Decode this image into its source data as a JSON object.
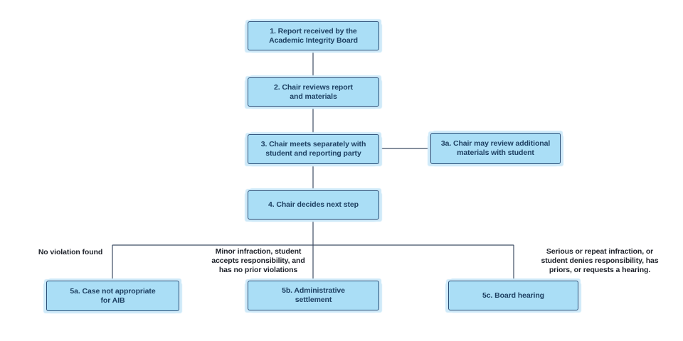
{
  "colors": {
    "node_fill": "#aadef6",
    "node_border": "#2b4f77",
    "node_text": "#1e4062",
    "connector": "#3e4e64",
    "label_text": "#20242c",
    "halo": "#cfeaf9",
    "background": "#ffffff"
  },
  "flowchart": {
    "nodes": [
      {
        "id": "1",
        "label": "1. Report received by the\nAcademic Integrity Board"
      },
      {
        "id": "2",
        "label": "2. Chair reviews report\nand materials"
      },
      {
        "id": "3",
        "label": "3. Chair meets separately with\nstudent and reporting party"
      },
      {
        "id": "3a",
        "label": "3a. Chair may review additional\nmaterials with student"
      },
      {
        "id": "4",
        "label": "4. Chair decides next step"
      },
      {
        "id": "5a",
        "label": "5a. Case not appropriate\nfor AIB"
      },
      {
        "id": "5b",
        "label": "5b. Administrative\nsettlement"
      },
      {
        "id": "5c",
        "label": "5c. Board hearing"
      }
    ],
    "branch_labels": [
      {
        "text": "No violation found"
      },
      {
        "text": "Minor infraction, student\naccepts responsibility, and\nhas no prior violations"
      },
      {
        "text": "Serious or repeat infraction, or\nstudent denies responsibility, has\npriors, or requests a hearing."
      }
    ]
  }
}
